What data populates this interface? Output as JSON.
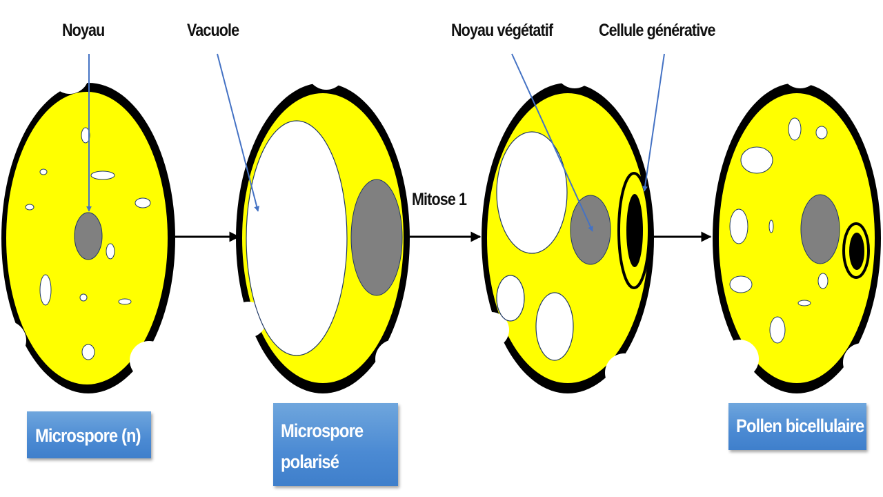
{
  "labels": {
    "noyau": "Noyau",
    "vacuole": "Vacuole",
    "noyau_vegetatif": "Noyau végétatif",
    "cellule_generative": "Cellule générative",
    "mitose": "Mitose 1"
  },
  "stages": {
    "microspore": "Microspore (n)",
    "microspore_polarise_line1": "Microspore",
    "microspore_polarise_line2": "polarisé",
    "pollen_bicellulaire": "Pollen bicellulaire"
  },
  "colors": {
    "cytoplasm": "#ffff00",
    "cell_wall": "#000000",
    "nucleus": "#808080",
    "generative_nucleus": "#000000",
    "vacuole": "#ffffff",
    "pointer_arrow": "#4472c4",
    "stage_box": "#4b8ad3"
  }
}
